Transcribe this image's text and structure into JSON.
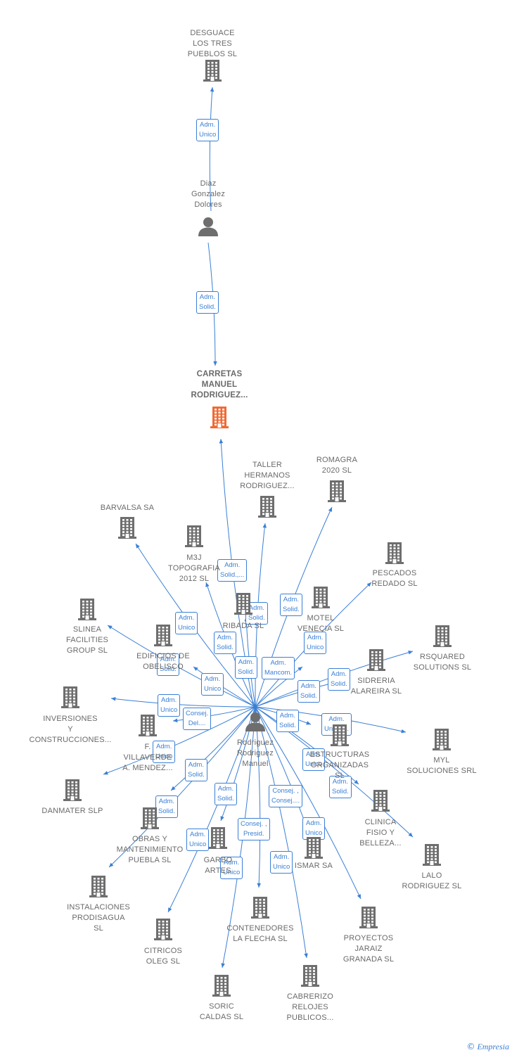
{
  "colors": {
    "edge": "#3a7fd5",
    "icon": "#6e6e6e",
    "main_icon": "#f06a35",
    "label": "#6a6a6a"
  },
  "brand": {
    "symbol": "©",
    "name": "Empresia"
  },
  "nodes": [
    {
      "id": "desguace",
      "kind": "company",
      "label": "DESGUACE\nLOS TRES\nPUEBLOS SL"
    },
    {
      "id": "diaz",
      "kind": "person",
      "label": "Diaz\nGonzalez\nDolores"
    },
    {
      "id": "carretas",
      "kind": "company",
      "main": true,
      "label": "CARRETAS\nMANUEL\nRODRIGUEZ..."
    },
    {
      "id": "taller",
      "kind": "company",
      "label": "TALLER\nHERMANOS\nRODRIGUEZ..."
    },
    {
      "id": "romagra",
      "kind": "company",
      "label": "ROMAGRA\n2020  SL"
    },
    {
      "id": "barvalsa",
      "kind": "company",
      "label": "BARVALSA SA"
    },
    {
      "id": "m3j",
      "kind": "company",
      "label": "M3J\nTOPOGRAFIA\n2012 SL"
    },
    {
      "id": "pescados",
      "kind": "company",
      "label": "PESCADOS\nREDADO SL"
    },
    {
      "id": "slinea",
      "kind": "company",
      "label": "SLINEA\nFACILITIES\nGROUP  SL"
    },
    {
      "id": "ribada",
      "kind": "company",
      "label": "RIBADA  SL"
    },
    {
      "id": "motel",
      "kind": "company",
      "label": "MOTEL\nVENECIA  SL"
    },
    {
      "id": "edificios",
      "kind": "company",
      "label": "EDIFICIOS DE\nOBELISCO"
    },
    {
      "id": "rsquared",
      "kind": "company",
      "label": "RSQUARED\nSOLUTIONS  SL"
    },
    {
      "id": "sidreria",
      "kind": "company",
      "label": "SIDRERIA\nALAREIRA SL"
    },
    {
      "id": "inversiones",
      "kind": "company",
      "label": "INVERSIONES\nY\nCONSTRUCCIONES..."
    },
    {
      "id": "f_villaverde",
      "kind": "company",
      "label": "F.\nVILLAVERDE\nA. MENDEZ..."
    },
    {
      "id": "rodriguez",
      "kind": "person",
      "label": "Rodriguez\nRodriguez\nManuel"
    },
    {
      "id": "estructuras",
      "kind": "company",
      "label": "ESTRUCTURAS\nORGANIZADAS\nSL"
    },
    {
      "id": "myl",
      "kind": "company",
      "label": "MYL\nSOLUCIONES SRL"
    },
    {
      "id": "danmater",
      "kind": "company",
      "label": "DANMATER SLP"
    },
    {
      "id": "clinica",
      "kind": "company",
      "label": "CLINICA\nFISIO Y\nBELLEZA..."
    },
    {
      "id": "obras",
      "kind": "company",
      "label": "OBRAS Y\nMANTENIMIENTO\nPUEBLA  SL"
    },
    {
      "id": "garbo",
      "kind": "company",
      "label": "GARBO\nARTES"
    },
    {
      "id": "ismar",
      "kind": "company",
      "label": "ISMAR SA"
    },
    {
      "id": "lalo",
      "kind": "company",
      "label": "LALO\nRODRIGUEZ SL"
    },
    {
      "id": "instalaciones",
      "kind": "company",
      "label": "INSTALACIONES\nPRODISAGUA\nSL"
    },
    {
      "id": "contenedores",
      "kind": "company",
      "label": "CONTENEDORES\nLA FLECHA  SL"
    },
    {
      "id": "proyectos",
      "kind": "company",
      "label": "PROYECTOS\nJARAIZ\nGRANADA SL"
    },
    {
      "id": "citricos",
      "kind": "company",
      "label": "CITRICOS\nOLEG  SL"
    },
    {
      "id": "soric",
      "kind": "company",
      "label": "SORIC\nCALDAS  SL"
    },
    {
      "id": "cabrerizo",
      "kind": "company",
      "label": "CABRERIZO\nRELOJES\nPUBLICOS..."
    }
  ],
  "edges": [
    {
      "from": "diaz",
      "to": "desguace",
      "label": "Adm.\nUnico"
    },
    {
      "from": "diaz",
      "to": "carretas",
      "label": "Adm.\nSolid."
    },
    {
      "from": "rodriguez",
      "to": "carretas",
      "label": "Adm.\nSolid.,..."
    },
    {
      "from": "rodriguez",
      "to": "barvalsa",
      "label": "Adm.\nUnico"
    },
    {
      "from": "rodriguez",
      "to": "m3j",
      "label": "Adm.\nSolid."
    },
    {
      "from": "rodriguez",
      "to": "taller",
      "label": "Adm.\nSolid."
    },
    {
      "from": "rodriguez",
      "to": "romagra",
      "label": "Adm.\nSolid."
    },
    {
      "from": "rodriguez",
      "to": "pescados",
      "label": "Adm.\nUnico"
    },
    {
      "from": "rodriguez",
      "to": "slinea",
      "label": "Adm.\nSolid."
    },
    {
      "from": "rodriguez",
      "to": "ribada",
      "label": "Adm.\nSolid."
    },
    {
      "from": "rodriguez",
      "to": "motel",
      "label": "Adm.\nMancom."
    },
    {
      "from": "rodriguez",
      "to": "edificios",
      "label": "Adm.\nUnico"
    },
    {
      "from": "rodriguez",
      "to": "rsquared",
      "label": "Adm.\nSolid."
    },
    {
      "from": "rodriguez",
      "to": "sidreria",
      "label": "Adm.\nSolid."
    },
    {
      "from": "rodriguez",
      "to": "inversiones",
      "label": "Adm.\nUnico"
    },
    {
      "from": "rodriguez",
      "to": "f_villaverde",
      "label": "Consej.\nDel...."
    },
    {
      "from": "rodriguez",
      "to": "estructuras",
      "label": "Adm.\nSolid."
    },
    {
      "from": "rodriguez",
      "to": "myl",
      "label": "Adm.\nUnico,..."
    },
    {
      "from": "rodriguez",
      "to": "danmater",
      "label": "Adm.\nUnico"
    },
    {
      "from": "rodriguez",
      "to": "clinica",
      "label": "Adm.\nUnico"
    },
    {
      "from": "rodriguez",
      "to": "lalo",
      "label": "Adm.\nSolid."
    },
    {
      "from": "rodriguez",
      "to": "obras",
      "label": "Adm.\nSolid."
    },
    {
      "from": "rodriguez",
      "to": "instalaciones",
      "label": "Adm.\nSolid."
    },
    {
      "from": "rodriguez",
      "to": "garbo",
      "label": "Adm.\nSolid."
    },
    {
      "from": "rodriguez",
      "to": "ismar",
      "label": "Consej. ,\nConsej...."
    },
    {
      "from": "rodriguez",
      "to": "contenedores",
      "label": "Consej. ,\nPresid."
    },
    {
      "from": "rodriguez",
      "to": "proyectos",
      "label": "Adm.\nUnico"
    },
    {
      "from": "rodriguez",
      "to": "citricos",
      "label": "Adm.\nUnico"
    },
    {
      "from": "rodriguez",
      "to": "soric",
      "label": "Adm.\nUnico"
    },
    {
      "from": "rodriguez",
      "to": "cabrerizo",
      "label": "Adm.\nUnico"
    }
  ]
}
